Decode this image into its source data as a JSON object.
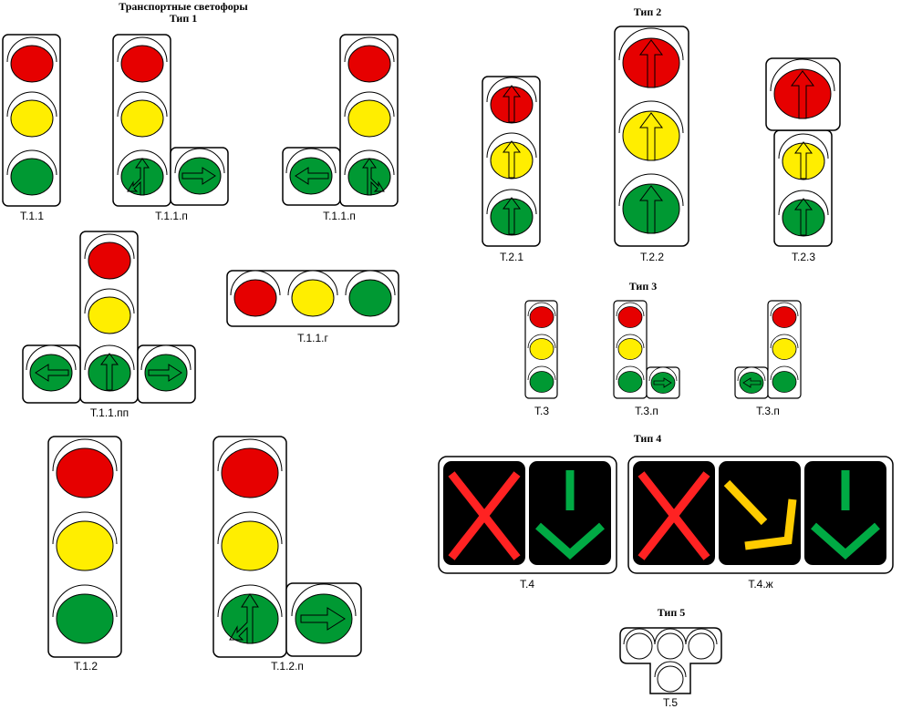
{
  "title": "Транспортные светофоры",
  "colors": {
    "red": "#e60000",
    "yellow": "#ffee00",
    "green": "#009933",
    "dark": "#000000",
    "x_red": "#ff2222",
    "arrow_yellow": "#ffcc00",
    "arrow_green": "#00aa44"
  },
  "groups": {
    "type1": "Тип 1",
    "type2": "Тип 2",
    "type3": "Тип 3",
    "type4": "Тип 4",
    "type5": "Тип 5"
  },
  "lights": {
    "t111": "Т.1.1",
    "t111p_a": "Т.1.1.п",
    "t111p_b": "Т.1.1.п",
    "t111pp": "Т.1.1.пп",
    "t111g": "Т.1.1.г",
    "t12": "Т.1.2",
    "t12p": "Т.1.2.п",
    "t21": "Т.2.1",
    "t22": "Т.2.2",
    "t23": "Т.2.3",
    "t3": "Т.3",
    "t3p_a": "Т.3.п",
    "t3p_b": "Т.3.п",
    "t4": "Т.4",
    "t4zh": "Т.4.ж",
    "t5": "Т.5"
  }
}
